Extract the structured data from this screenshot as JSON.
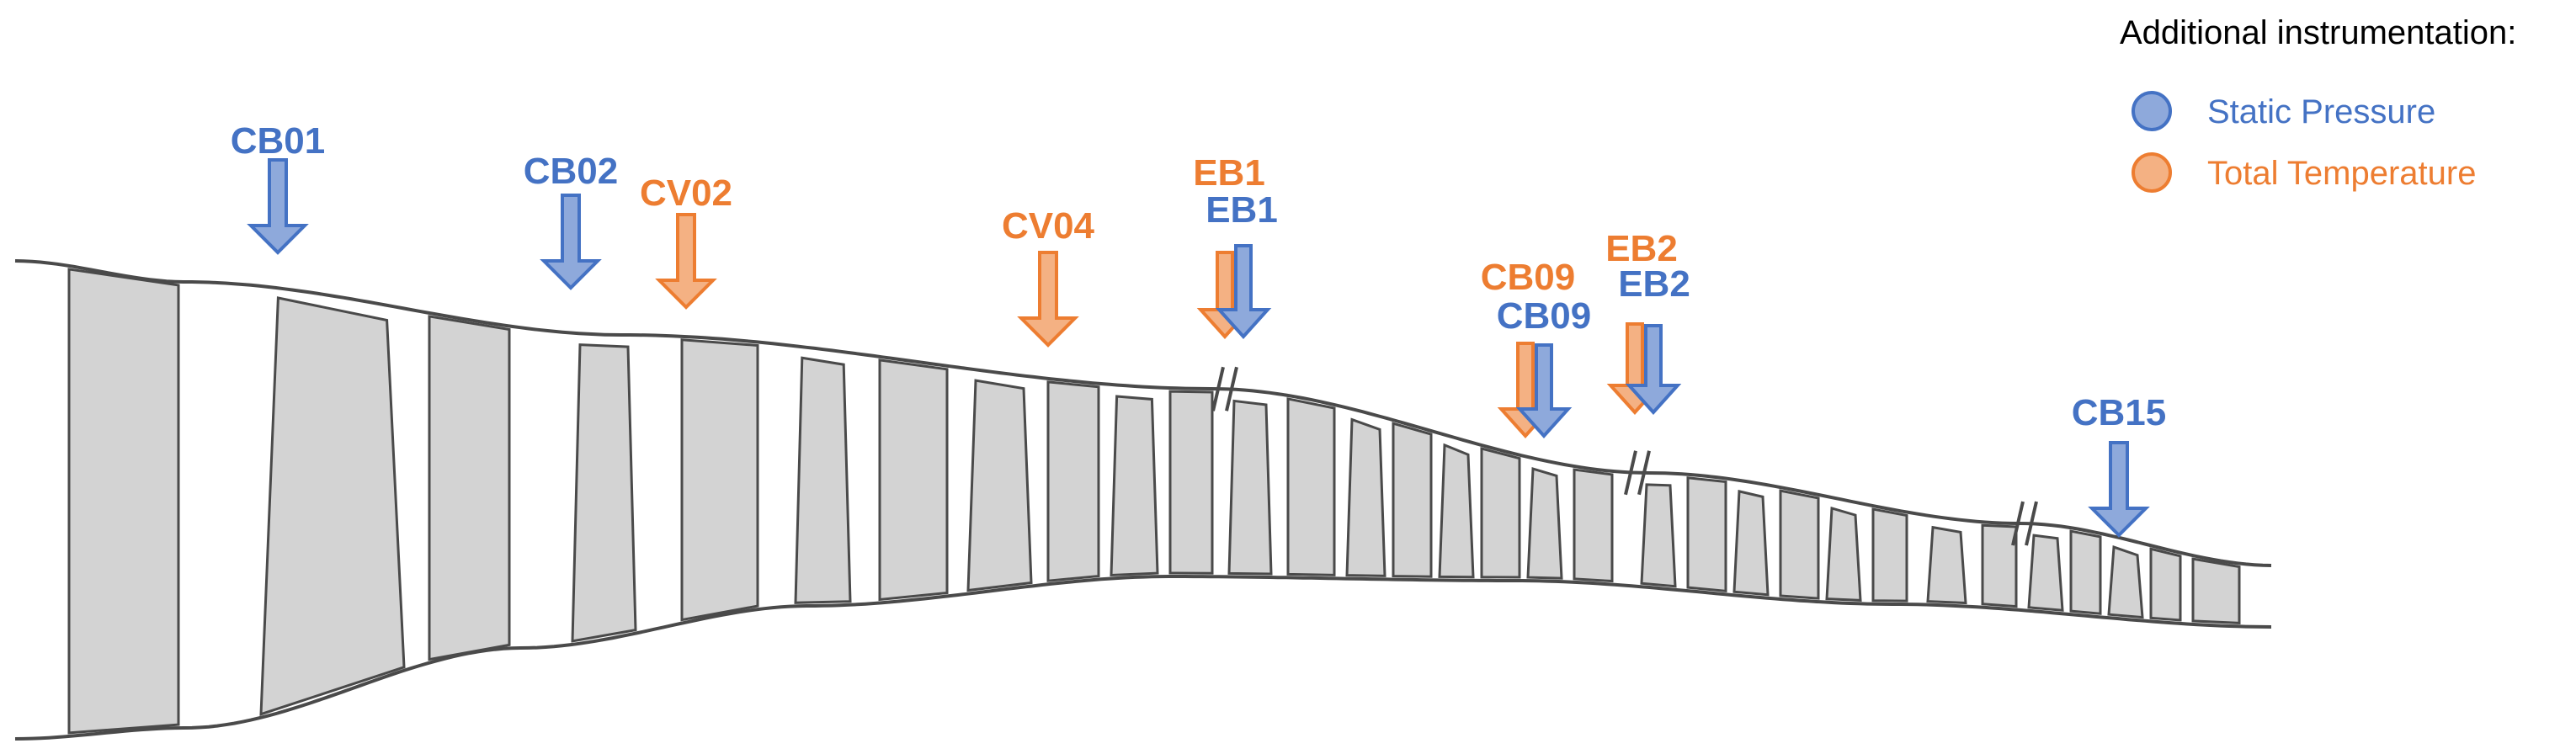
{
  "legend": {
    "title": "Additional instrumentation:",
    "items": [
      {
        "label": "Static Pressure",
        "color": "#4472C4",
        "fill": "#8EA9DB"
      },
      {
        "label": "Total Temperature",
        "color": "#ED7D31",
        "fill": "#F4B183"
      }
    ]
  },
  "probes": [
    {
      "id": "CB01",
      "kind": "static-pressure"
    },
    {
      "id": "CB02",
      "kind": "static-pressure"
    },
    {
      "id": "CV02",
      "kind": "total-temperature"
    },
    {
      "id": "CV04",
      "kind": "total-temperature"
    },
    {
      "id": "EB1",
      "kind": "total-temperature"
    },
    {
      "id": "EB1",
      "kind": "static-pressure"
    },
    {
      "id": "CB09",
      "kind": "total-temperature"
    },
    {
      "id": "CB09",
      "kind": "static-pressure"
    },
    {
      "id": "EB2",
      "kind": "total-temperature"
    },
    {
      "id": "EB2",
      "kind": "static-pressure"
    },
    {
      "id": "CB15",
      "kind": "static-pressure"
    }
  ],
  "colors": {
    "blade_fill": "#D3D3D3",
    "outline": "#4A4A4A"
  }
}
